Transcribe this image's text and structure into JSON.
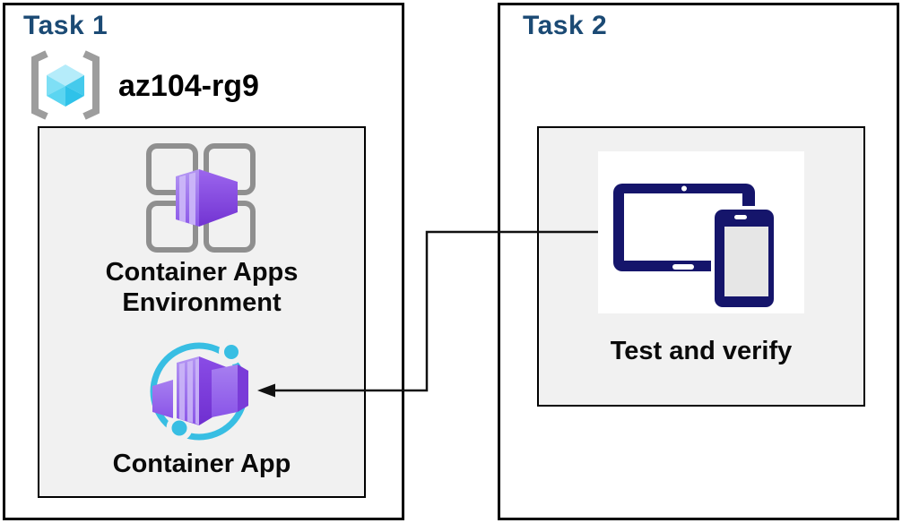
{
  "task1": {
    "title": "Task 1",
    "resource_group_name": "az104-rg9",
    "environment_label_1": "Container Apps",
    "environment_label_2": "Environment",
    "app_label": "Container App"
  },
  "task2": {
    "title": "Task 2",
    "verify_label": "Test and verify"
  },
  "icons": [
    "resource-group-icon",
    "container-apps-environment-icon",
    "container-app-icon",
    "devices-icon",
    "arrow-left-icon"
  ],
  "colors": {
    "title_blue": "#1b4a74",
    "label_black": "#0a0a0a",
    "box_border": "#000000",
    "inner_box_bg": "#f1f1f1",
    "bracket_gray": "#9d9d9d",
    "cube_cyan_top": "#b5ecfa",
    "cube_cyan_left": "#7edff5",
    "cube_cyan_right": "#3ec7eb",
    "env_square_gray": "#8f8f8f",
    "purple_light": "#b091f2",
    "purple_mid": "#8a55e8",
    "purple_dark": "#6f2fd0",
    "stripe_lilac": "#cdb9f8",
    "ring_cyan": "#38bee3",
    "device_navy": "#15156b",
    "device_screen_gray": "#e6e6e6",
    "connector_black": "#111111"
  }
}
